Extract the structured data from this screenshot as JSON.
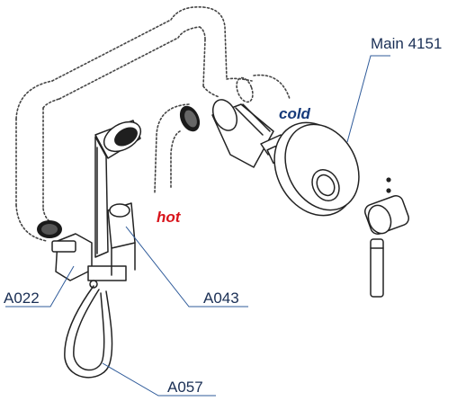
{
  "labels": {
    "main": "Main 4151",
    "cold": "cold",
    "hot": "hot",
    "a022": "A022",
    "a043": "A043",
    "a057": "A057"
  },
  "colors": {
    "hot": "#d8141b",
    "cold": "#163a7a",
    "label": "#1a2f55",
    "leader": "#2f5b9a"
  }
}
